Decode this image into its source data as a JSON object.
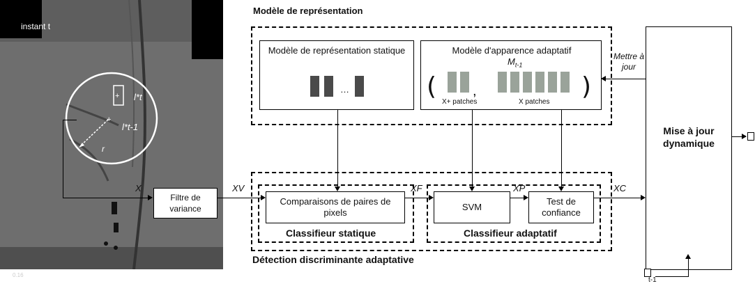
{
  "image": {
    "instant_label": "instant t",
    "target_label_t": "l*t",
    "target_label_prev": "l*t-1",
    "radius_label": "r",
    "corner_text": "0.16"
  },
  "modules": {
    "representation_title": "Modèle de représentation",
    "static_model": "Modèle de représentation statique",
    "static_ellipsis": "…",
    "adaptive_model": "Modèle d'apparence adaptatif",
    "adaptive_symbol": "M",
    "adaptive_sub": "t-1",
    "pos_patches": "X+ patches",
    "neg_patches": "X patches",
    "update_label": "Mettre à jour",
    "variance_filter": "Filtre de variance",
    "pixel_pairs": "Comparaisons de paires de pixels",
    "svm": "SVM",
    "confidence": "Test de confiance",
    "static_classifier": "Classifieur statique",
    "adaptive_classifier": "Classifieur adaptatif",
    "detection_title": "Détection discriminante adaptative",
    "dynamic_update": "Mise à jour dynamique"
  },
  "signals": {
    "x": "X",
    "xv": "XV",
    "xf": "XF",
    "xp": "XP",
    "xc": "XC",
    "input_prev": "t-1"
  },
  "colors": {
    "xray_bg": "#6f6f6f",
    "patch_dark": "#4a4a4a",
    "patch_light": "#9aa39a"
  }
}
